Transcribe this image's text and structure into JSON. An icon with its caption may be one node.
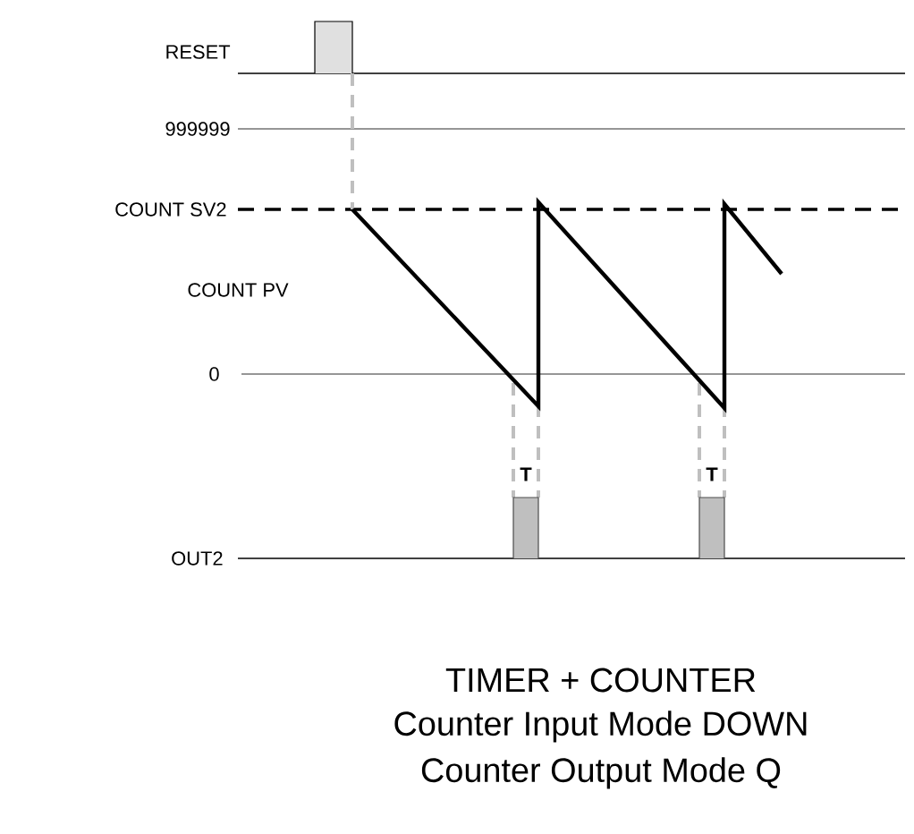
{
  "diagram": {
    "labels": [
      "RESET",
      "999999",
      "COUNT SV2",
      "COUNT PV",
      "0",
      "T",
      "T",
      "OUT2",
      "TIMER + COUNTER",
      "Counter Input Mode DOWN",
      "Counter Output Mode Q"
    ]
  }
}
